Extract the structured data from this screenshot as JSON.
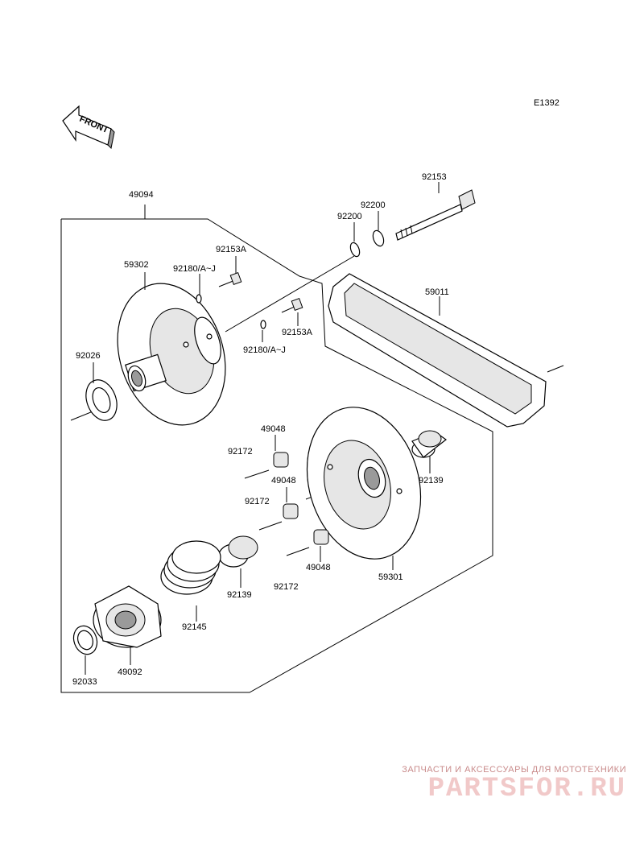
{
  "diagram_code": "E1392",
  "front_label": "FRONT",
  "parts": [
    {
      "id": "49094"
    },
    {
      "id": "59302"
    },
    {
      "id": "92180/A~J"
    },
    {
      "id": "92153A"
    },
    {
      "id": "92180/A~J"
    },
    {
      "id": "92153A"
    },
    {
      "id": "92200"
    },
    {
      "id": "92200"
    },
    {
      "id": "92153"
    },
    {
      "id": "59011"
    },
    {
      "id": "92026"
    },
    {
      "id": "49048"
    },
    {
      "id": "92172"
    },
    {
      "id": "49048"
    },
    {
      "id": "92172"
    },
    {
      "id": "49048"
    },
    {
      "id": "92172"
    },
    {
      "id": "92139"
    },
    {
      "id": "92139"
    },
    {
      "id": "92145"
    },
    {
      "id": "59301"
    },
    {
      "id": "92033"
    },
    {
      "id": "49092"
    }
  ],
  "watermark": {
    "caption": "ЗАПЧАСТИ И АКСЕССУАРЫ ДЛЯ МОТОТЕХНИКИ",
    "logo": "PARTSFOR.RU"
  }
}
